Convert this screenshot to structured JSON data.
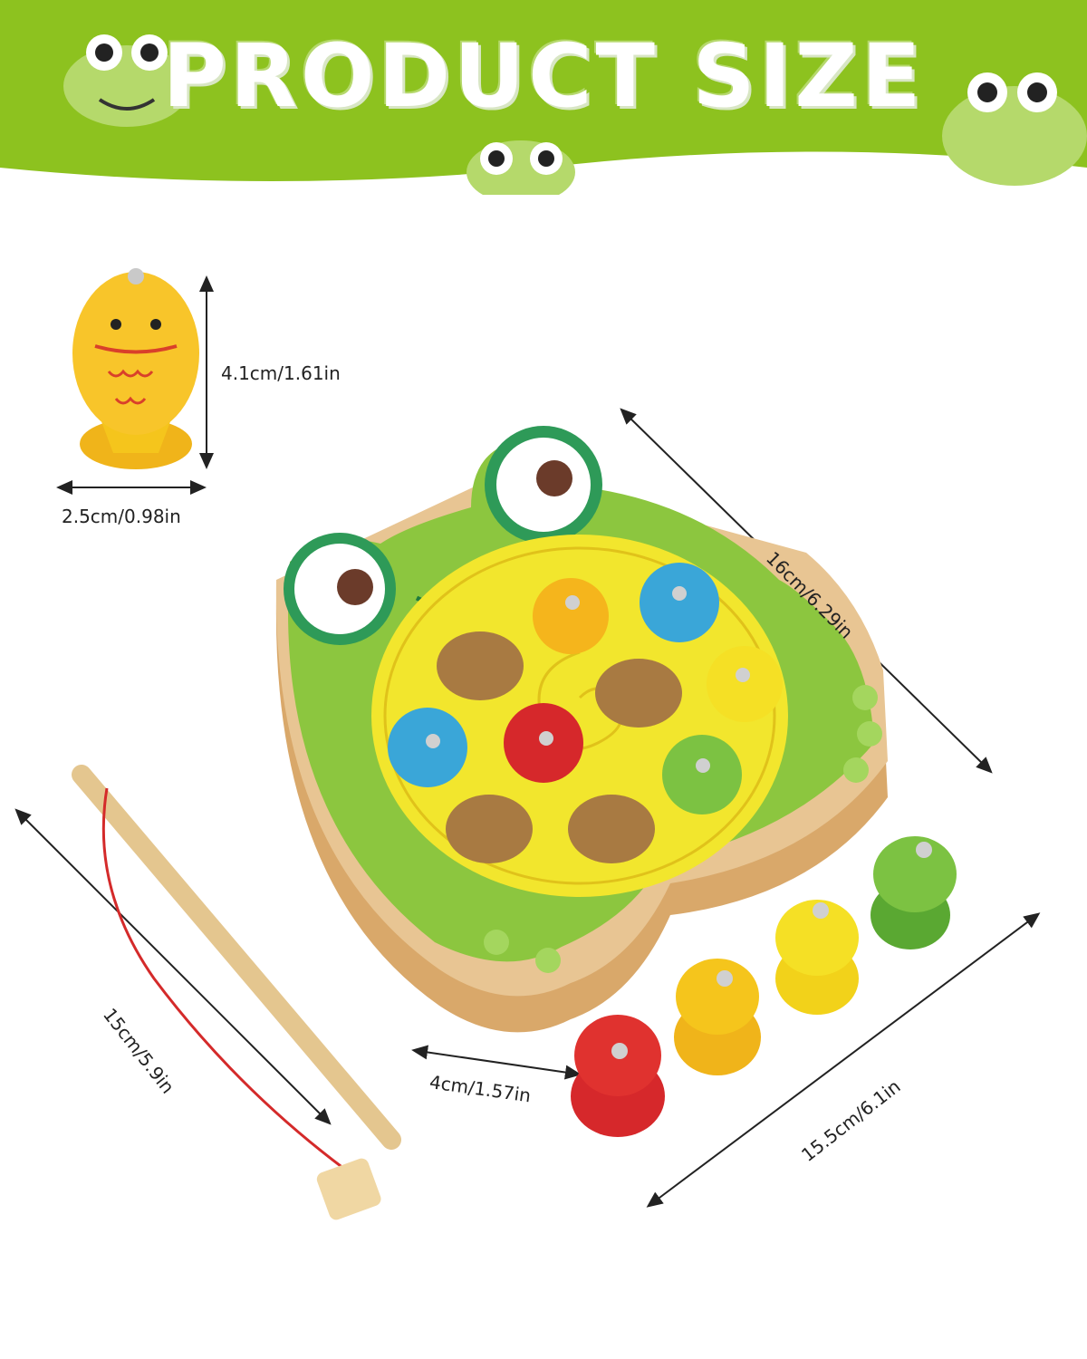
{
  "banner": {
    "title": "PRODUCT SIZE",
    "color": "#8dc21f"
  },
  "dimensions": {
    "fish_height": "4.1cm/1.61in",
    "fish_width": "2.5cm/0.98in",
    "board_length": "16cm/6.29in",
    "board_width": "15.5cm/6.1in",
    "board_thickness": "4cm/1.57in",
    "rod_length": "15cm/5.9in"
  },
  "colors": {
    "frog_green": "#8cc63f",
    "belly_yellow": "#f2e62d",
    "wood": "#e8c593",
    "fish_red": "#d6282b",
    "fish_yellow": "#f5c51c",
    "fish_blue": "#3aa6d8"
  }
}
